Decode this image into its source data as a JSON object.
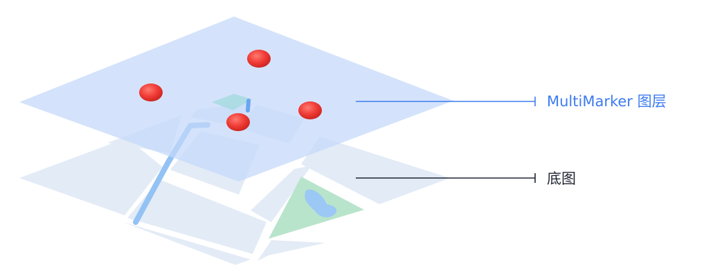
{
  "labels": {
    "marker_layer": "MultiMarker 图层",
    "base_map": "底图"
  },
  "colors": {
    "marker_layer_fill": "#cddffb",
    "marker_fill": "#ef3b35",
    "base_tile_fill": "#e3ebf6",
    "road_route": "#93c2f4",
    "park_green": "#b9e4cc",
    "water_blue": "#9cc8f5",
    "accent_text": "#3d7bf0",
    "dark_text": "#1f2330"
  },
  "marker_count": 4
}
